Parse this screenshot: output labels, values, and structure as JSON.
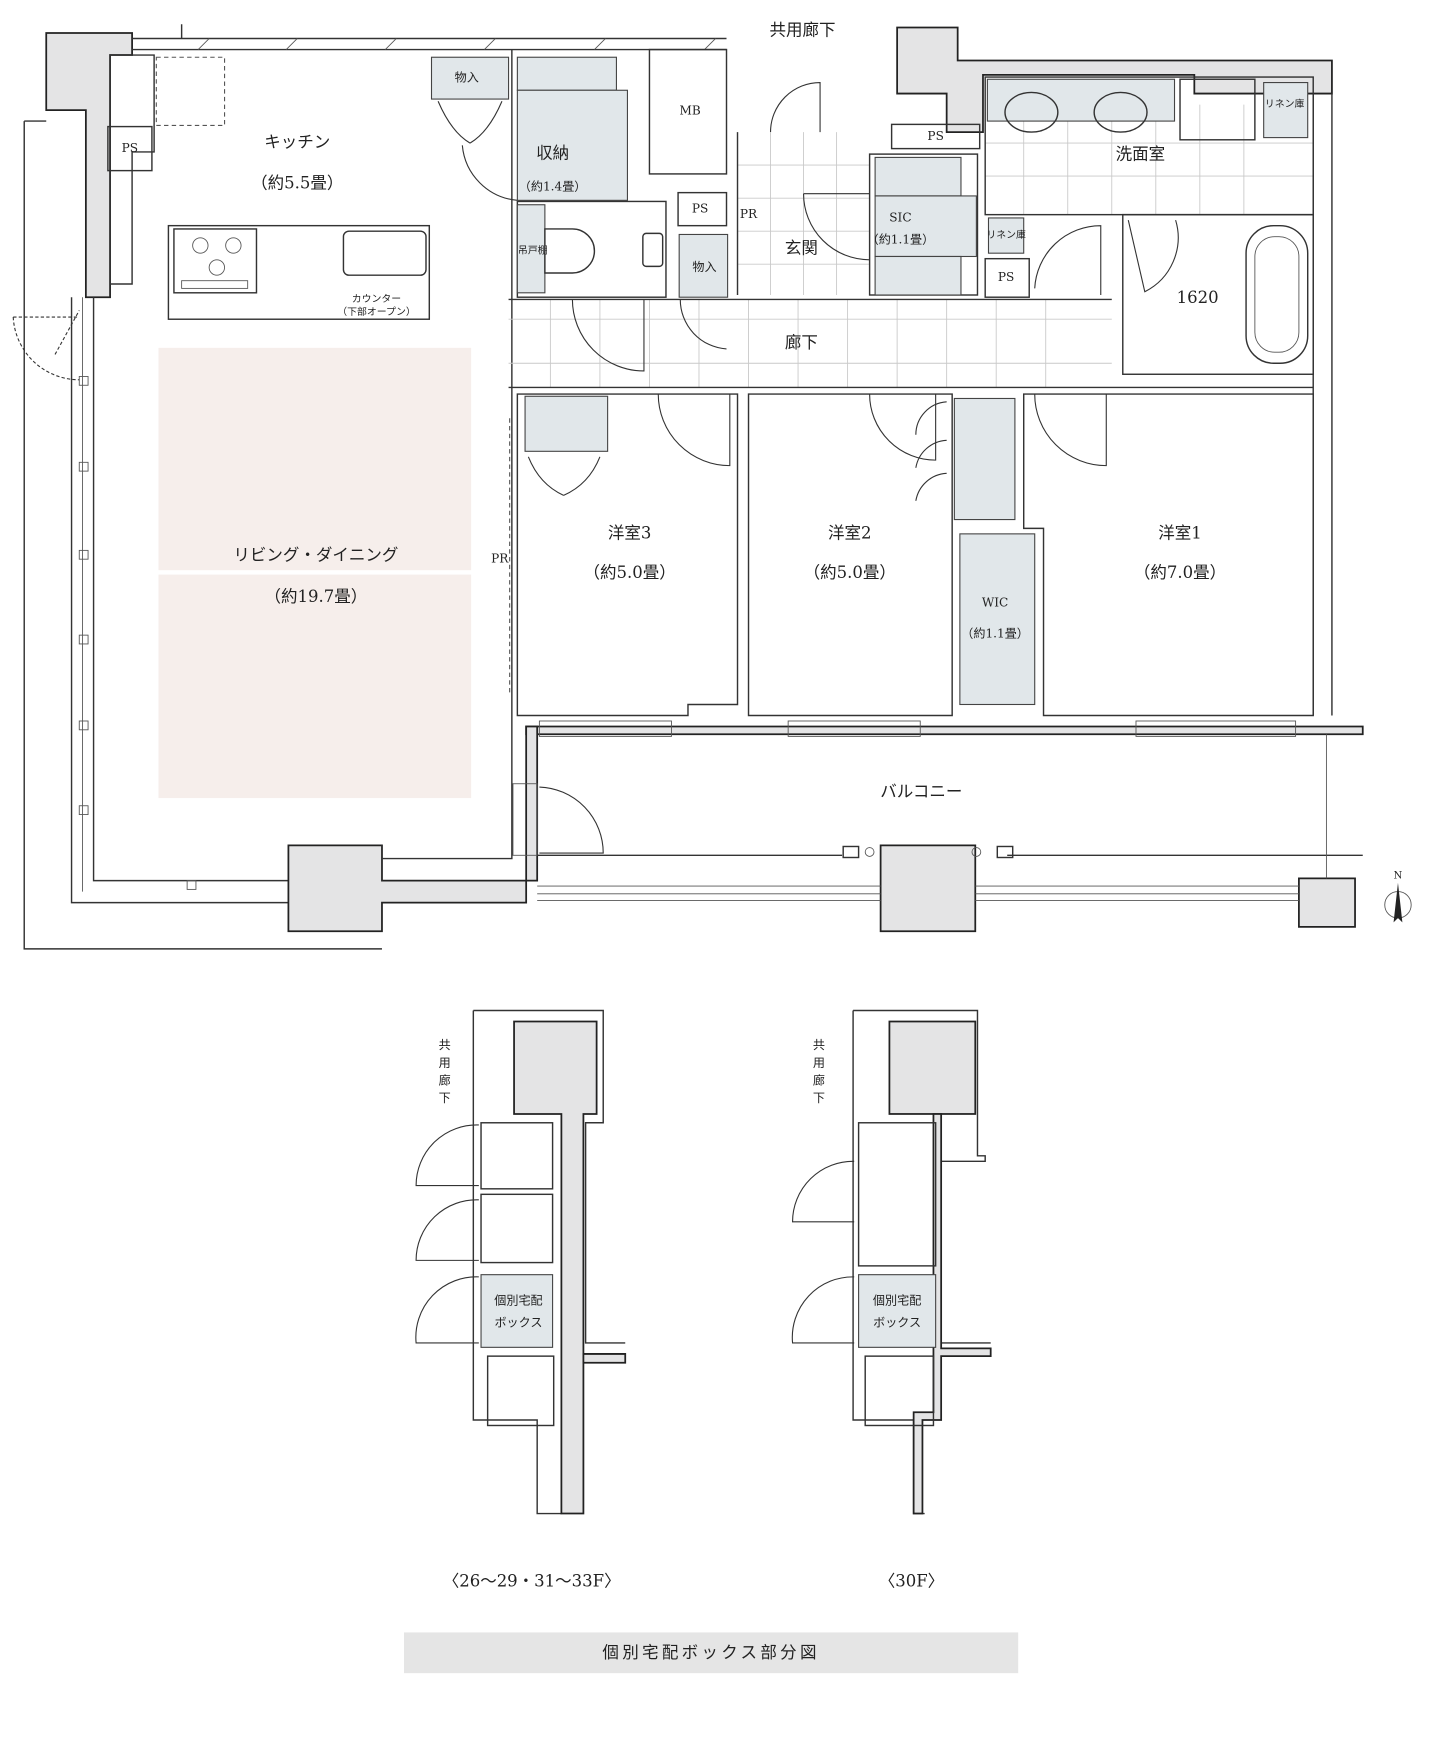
{
  "floorplan": {
    "common_corridor": "共用廊下",
    "kitchen": {
      "name": "キッチン",
      "size": "（約5.5畳）"
    },
    "counter": {
      "line1": "カウンター",
      "line2": "（下部オープン）"
    },
    "living_dining": {
      "name": "リビング・ダイニング",
      "size": "（約19.7畳）"
    },
    "storage": {
      "name": "収納",
      "size": "（約1.4畳）"
    },
    "closet_kitchen": "物入",
    "closet_toilet": "物入",
    "hanging_shelf": "吊戸棚",
    "mb": "MB",
    "ps_labels": [
      "PS",
      "PS",
      "PS",
      "PS"
    ],
    "pr_labels": [
      "PR",
      "PR"
    ],
    "entrance": "玄関",
    "sic": {
      "name": "SIC",
      "size": "（約1.1畳）"
    },
    "washroom": "洗面室",
    "linen_top": "リネン庫",
    "linen_mid": "リネン庫",
    "bath_size": "1620",
    "hallway": "廊下",
    "room3": {
      "name": "洋室3",
      "size": "（約5.0畳）"
    },
    "room2": {
      "name": "洋室2",
      "size": "（約5.0畳）"
    },
    "room1": {
      "name": "洋室1",
      "size": "（約7.0畳）"
    },
    "wic": {
      "name": "WIC",
      "size": "（約1.1畳）"
    },
    "balcony": "バルコニー",
    "compass_north": "N"
  },
  "detail": {
    "corridor_label": "共用廊下",
    "box_label_line1": "個別宅配",
    "box_label_line2": "ボックス",
    "left_caption": "〈26〜29・31〜33F〉",
    "right_caption": "〈30F〉",
    "title": "個別宅配ボックス部分図"
  },
  "colors": {
    "living_tint": "#f6eeeb",
    "storage_tint": "#e1e7ea",
    "structure_gray": "#e4e4e5",
    "title_bar": "#e5e5e5"
  }
}
